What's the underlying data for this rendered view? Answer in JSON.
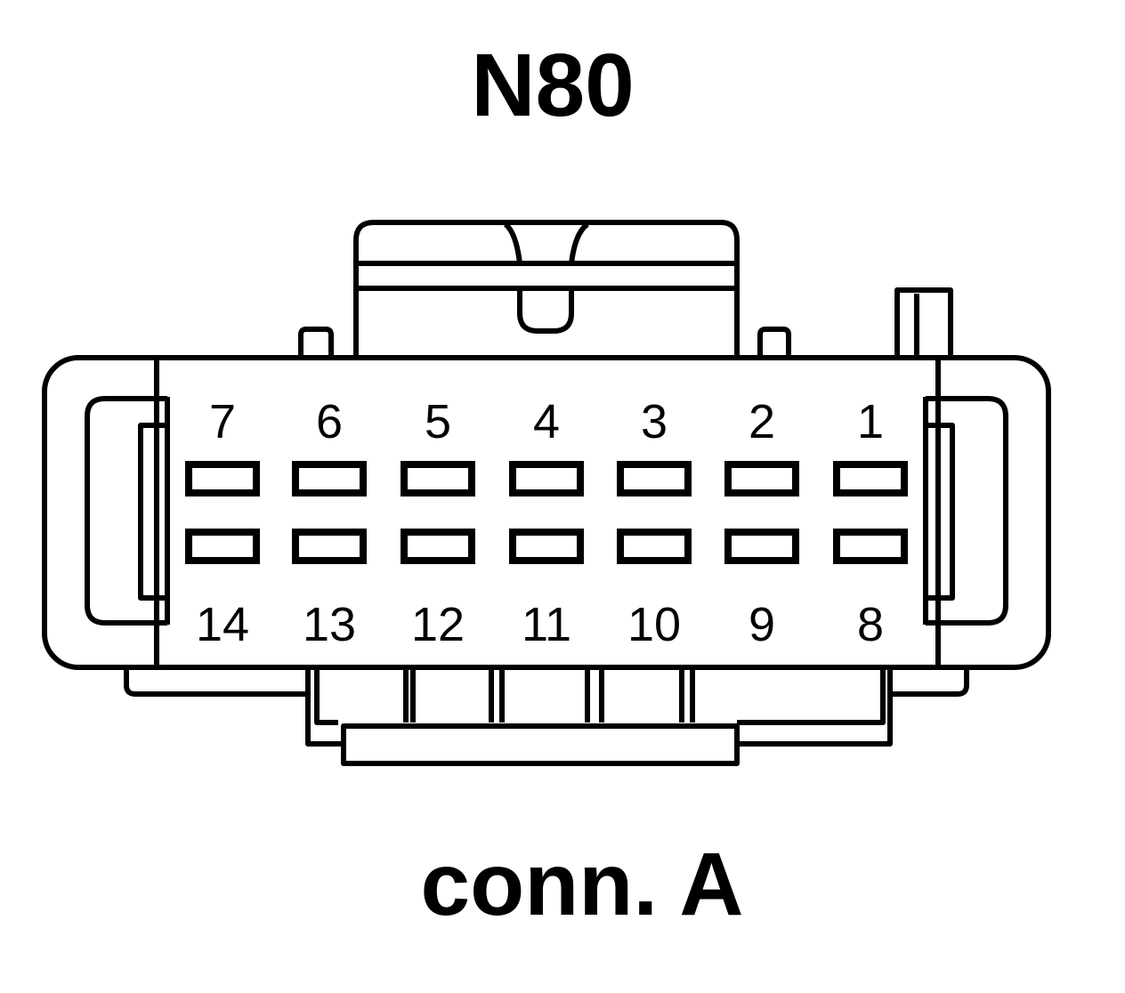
{
  "connector": {
    "title": "N80",
    "subtitle": "conn. A",
    "pins_top": [
      "7",
      "6",
      "5",
      "4",
      "3",
      "2",
      "1"
    ],
    "pins_bottom": [
      "14",
      "13",
      "12",
      "11",
      "10",
      "9",
      "8"
    ]
  }
}
